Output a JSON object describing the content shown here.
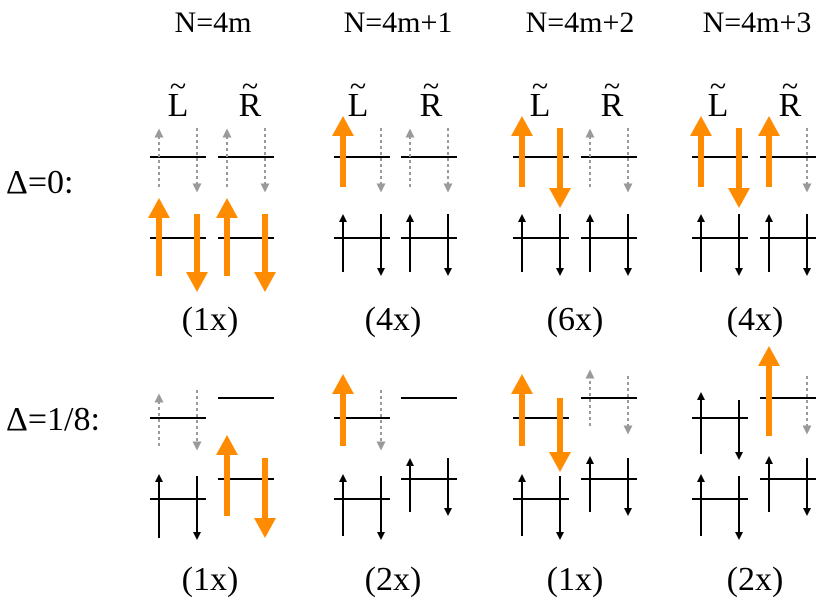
{
  "columns": [
    "N=4m",
    "N=4m+1",
    "N=4m+2",
    "N=4m+3"
  ],
  "site_labels": {
    "left": "L",
    "right": "R",
    "tilde": "~"
  },
  "rows": [
    {
      "label": "Δ=0:",
      "degeneracies": [
        "(1x)",
        "(4x)",
        "(6x)",
        "(4x)"
      ]
    },
    {
      "label": "Δ=1/8:",
      "degeneracies": [
        "(1x)",
        "(2x)",
        "(1x)",
        "(2x)"
      ]
    }
  ],
  "colors": {
    "highlight": "#ff8c00",
    "empty": "#9a9a9a",
    "filled": "#000000"
  }
}
